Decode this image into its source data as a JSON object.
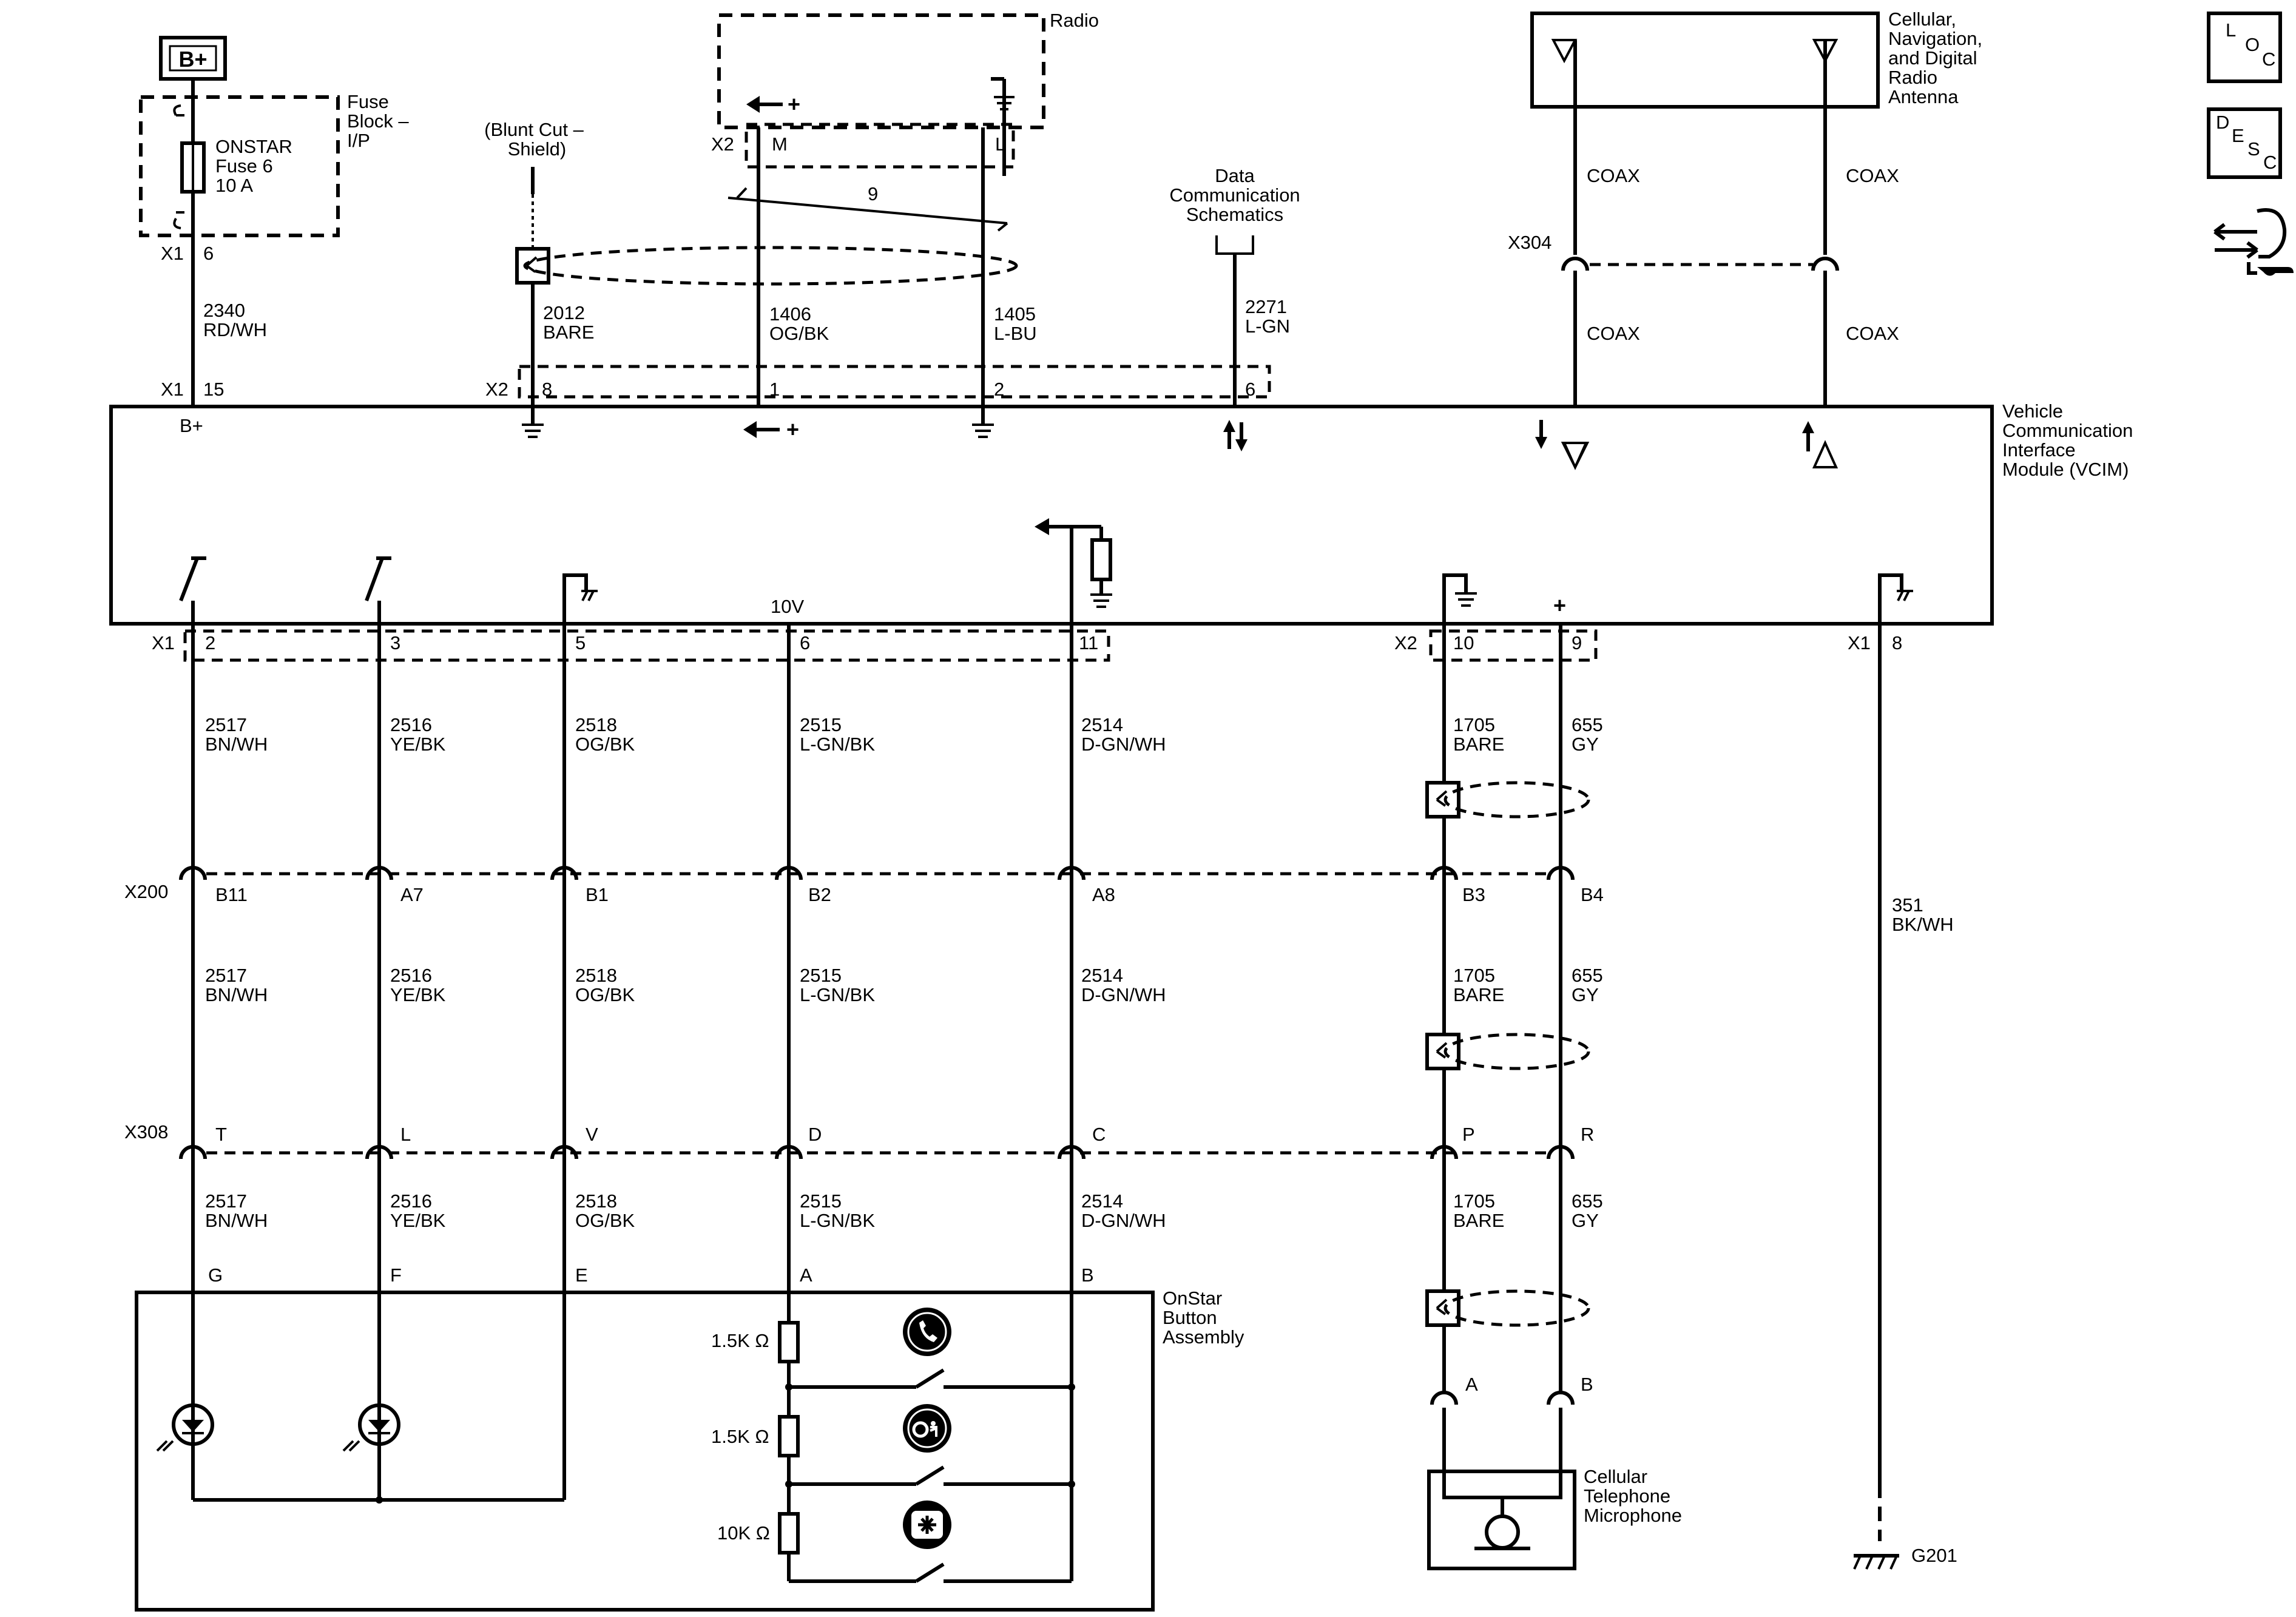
{
  "power_source": "B+",
  "fuse_block": {
    "title": [
      "Fuse",
      "Block –",
      "I/P"
    ],
    "fuse": [
      "ONSTAR",
      "Fuse 6",
      "10 A"
    ]
  },
  "radio": {
    "title": "Radio",
    "connector": "X2",
    "pin_m": "M",
    "pin_l": "L",
    "twist_label": "9"
  },
  "blunt_cut": [
    "(Blunt Cut –",
    "Shield)"
  ],
  "data_comm": [
    "Data",
    "Communication",
    "Schematics"
  ],
  "antenna": {
    "title": [
      "Cellular,",
      "Navigation,",
      "and Digital",
      "Radio",
      "Antenna"
    ],
    "connector": "X304",
    "coax": "COAX"
  },
  "top_connectors": {
    "x1_a": "X1",
    "pin_6": "6",
    "x1_b": "X1",
    "pin_15": "15",
    "x2": "X2",
    "pin_8": "8",
    "pin_1": "1",
    "pin_2": "2",
    "pin_6b": "6"
  },
  "top_wires": [
    {
      "circuit": "2340",
      "color": "RD/WH"
    },
    {
      "circuit": "2012",
      "color": "BARE"
    },
    {
      "circuit": "1406",
      "color": "OG/BK"
    },
    {
      "circuit": "1405",
      "color": "L-BU"
    },
    {
      "circuit": "2271",
      "color": "L-GN"
    }
  ],
  "vcim": {
    "title": [
      "Vehicle",
      "Communication",
      "Interface",
      "Module (VCIM)"
    ],
    "b_plus": "B+",
    "volt": "10V",
    "plus": "+"
  },
  "bottom_connectors": {
    "x1": "X1",
    "x2": "X2",
    "x1b": "X1",
    "x200": "X200",
    "x308": "X308",
    "x1_pins": [
      "2",
      "3",
      "5",
      "6",
      "11"
    ],
    "x2_pins": [
      "10",
      "9"
    ],
    "x1b_pin": "8"
  },
  "lower_wires": [
    {
      "circuit": "2517",
      "color": "BN/WH",
      "x200": "B11",
      "x308": "T",
      "onstar": "G"
    },
    {
      "circuit": "2516",
      "color": "YE/BK",
      "x200": "A7",
      "x308": "L",
      "onstar": "F"
    },
    {
      "circuit": "2518",
      "color": "OG/BK",
      "x200": "B1",
      "x308": "V",
      "onstar": "E"
    },
    {
      "circuit": "2515",
      "color": "L-GN/BK",
      "x200": "B2",
      "x308": "D",
      "onstar": "A"
    },
    {
      "circuit": "2514",
      "color": "D-GN/WH",
      "x200": "A8",
      "x308": "C",
      "onstar": "B"
    },
    {
      "circuit": "1705",
      "color": "BARE",
      "x200": "B3",
      "x308": "P",
      "mic": "A"
    },
    {
      "circuit": "655",
      "color": "GY",
      "x200": "B4",
      "x308": "R",
      "mic": "B"
    }
  ],
  "ground_wire": {
    "circuit": "351",
    "color": "BK/WH",
    "ground": "G201"
  },
  "onstar_button": {
    "title": [
      "OnStar",
      "Button",
      "Assembly"
    ],
    "resistors": [
      "1.5K Ω",
      "1.5K Ω",
      "10K Ω"
    ]
  },
  "microphone": {
    "title": [
      "Cellular",
      "Telephone",
      "Microphone"
    ]
  },
  "nav_buttons": {
    "loc": [
      "L",
      "O",
      "C"
    ],
    "desc": [
      "D",
      "E",
      "S",
      "C"
    ]
  }
}
